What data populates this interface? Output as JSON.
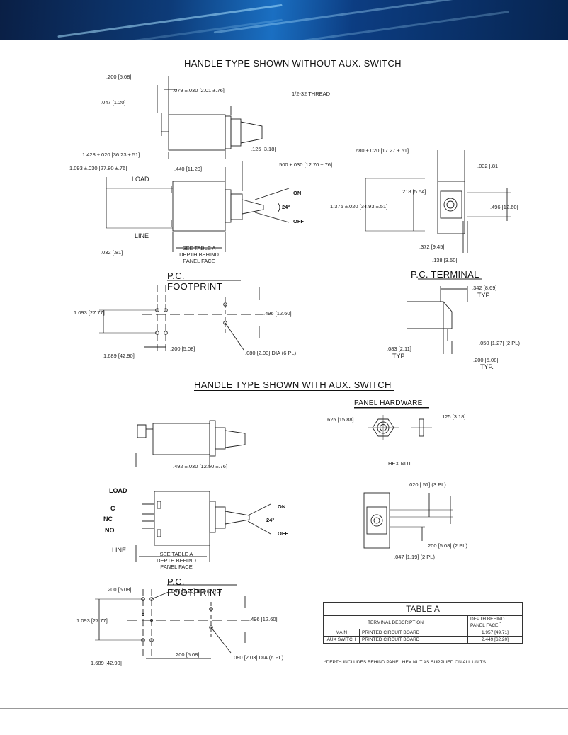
{
  "headings": {
    "without_aux": "HANDLE TYPE SHOWN WITHOUT AUX. SWITCH",
    "footprint1": "P.C. FOOTPRINT",
    "terminal": "P.C. TERMINAL",
    "with_aux": "HANDLE TYPE SHOWN WITH AUX. SWITCH",
    "panel_hw": "PANEL HARDWARE",
    "footprint2": "P.C. FOOTPRINT"
  },
  "side_view": {
    "d200": ".200 [5.08]",
    "d047": ".047 [1.20]",
    "d079": ".079 ±.030 [2.01 ±.76]",
    "thread": "1/2-32 THREAD",
    "d125": ".125 [3.18]",
    "d1428": "1.428 ±.020 [36.23 ±.51]",
    "d1093": "1.093 ±.030 [27.80 ±.76]",
    "d440": ".440 [11.20]",
    "d500": ".500 ±.030 [12.70 ±.76]",
    "load": "LOAD",
    "line": "LINE",
    "on": "ON",
    "off": "OFF",
    "angle": "24°",
    "d032": ".032 [.81]",
    "table_note1": "SEE TABLE A",
    "table_note2": "DEPTH BEHIND",
    "table_note3": "PANEL FACE"
  },
  "front_view": {
    "d680": ".680 ±.020 [17.27 ±.51]",
    "d032": ".032 [.81]",
    "d218": ".218 [5.54]",
    "d1375": "1.375 ±.020 [34.93 ±.51]",
    "d496": ".496 [12.60]",
    "d372": ".372 [9.45]",
    "d138": ".138 [3.50]"
  },
  "footprint1": {
    "d1093": "1.093 [27.77]",
    "d496": ".496 [12.60]",
    "d200": ".200 [5.08]",
    "d1689": "1.689 [42.90]",
    "dia": ".080 [2.03] DIA (6 PL)"
  },
  "terminal": {
    "d342": ".342 [8.69]",
    "typ1": "TYP.",
    "d050": ".050 [1.27] (2 PL)",
    "d083": ".083 [2.11]",
    "typ2": "TYP.",
    "d200": ".200 [5.08]",
    "typ3": "TYP."
  },
  "aux_side": {
    "d492": ".492 ±.030 [12.50 ±.76]",
    "load": "LOAD",
    "c": "C",
    "nc": "NC",
    "no": "NO",
    "line": "LINE",
    "on": "ON",
    "off": "OFF",
    "angle": "24°",
    "note1": "SEE TABLE A",
    "note2": "DEPTH BEHIND",
    "note3": "PANEL FACE"
  },
  "panel_hw": {
    "d625": ".625 [15.88]",
    "d125": ".125 [3.18]",
    "hexnut": "HEX NUT"
  },
  "aux_front": {
    "d020": ".020 [.51] (3 PL)",
    "d200": ".200 [5.08] (2 PL)",
    "d047": ".047 [1.19] (2 PL)"
  },
  "footprint2": {
    "d200": ".200 [5.08]",
    "dia047": ".047 [1.20] DIA (3 PL)",
    "d1093": "1.093 [27.77]",
    "d496": ".496 [12.60]",
    "d200b": ".200 [5.08]",
    "d1689": "1.689 [42.90]",
    "dia080": ".080 [2.03] DIA (6 PL)"
  },
  "table_a": {
    "title": "TABLE A",
    "col1": "TERMINAL DESCRIPTION",
    "col2": "DEPTH BEHIND PANEL FACE",
    "star": "*",
    "rows": [
      {
        "type": "MAIN",
        "desc": "PRINTED CIRCUIT BOARD",
        "depth": "1.957 [49.71]"
      },
      {
        "type": "AUX SWITCH",
        "desc": "PRINTED CIRCUIT BOARD",
        "depth": "2.449 [62.20]"
      }
    ],
    "footnote": "*DEPTH INCLUDES BEHIND PANEL HEX NUT AS SUPPLIED ON ALL UNITS"
  }
}
